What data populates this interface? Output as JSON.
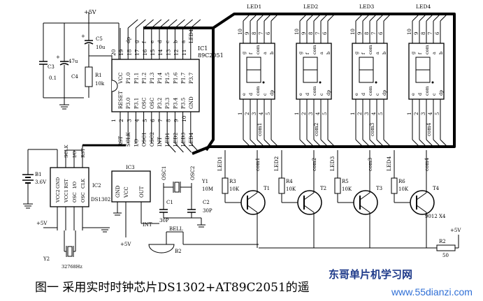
{
  "caption": "图一   采用实时时钟芯片DS1302+AT89C2051的遥",
  "watermark": {
    "logo_text": "东哥单片机学习网",
    "url": "www.55dianzi.com"
  },
  "power": {
    "vcc_top": "+5V",
    "vcc_ic2": "+5V",
    "vcc_ic3": "+5V",
    "vcc_right": "+5V"
  },
  "ic1": {
    "name": "IC1",
    "part": "89C2051",
    "pins_bottom": [
      "RESET",
      "P3.0",
      "P3.1",
      "OSC",
      "OSC",
      "P3.2",
      "P3.3",
      "P3.4",
      "P3.5",
      "GND"
    ],
    "pins_top": [
      "VCC",
      "P1.0",
      "P1.1",
      "P1.2",
      "P1.3",
      "P1.4",
      "P1.5",
      "P1.6",
      "P1.7",
      "P3.7"
    ],
    "nums_bottom": [
      "1",
      "2",
      "3",
      "4",
      "5",
      "6",
      "7",
      "8",
      "9",
      "10"
    ],
    "nums_top": [
      "20",
      "19",
      "18",
      "17",
      "16",
      "15",
      "14",
      "13",
      "12",
      "11"
    ],
    "nets_bottom": [
      "RST",
      "SCLK",
      "I/O",
      "OSC1",
      "OSC2",
      "INT",
      "LED1",
      "LED2",
      "LED3",
      "LED4"
    ],
    "nets_top": [
      "dp",
      "g",
      "f",
      "e",
      "d",
      "c",
      "b",
      "a",
      "LED4"
    ]
  },
  "ic2": {
    "name": "IC2",
    "part": "DS1302",
    "pins": [
      "VCC2",
      "VCC1",
      "OSC",
      "OSC",
      "GND",
      "RST",
      "I/O",
      "CLK"
    ],
    "nets": [
      "SCLK",
      "I/O",
      "RST"
    ]
  },
  "ic3": {
    "name": "IC3",
    "pins": [
      "GND",
      "VCC",
      "OUT"
    ],
    "net_out": "INT"
  },
  "passives": {
    "c3": "C3",
    "c3_val": "0.1",
    "c4": "C4",
    "c4_val": "47u",
    "c5": "C5",
    "c5_val": "10u",
    "r1": "R1",
    "r1_val": "10k",
    "b1": "B1",
    "b1_val": "3.6V",
    "y1": "Y1",
    "y1_val": "10M",
    "y2": "Y2",
    "y2_val": "32768Hz",
    "c1": "C1",
    "c1_val": "30P",
    "c2": "C2",
    "c2_val": "30P",
    "bell": "BELL",
    "b2": "B2",
    "r2": "R2",
    "r2_val": "50",
    "osc1": "OSC1",
    "osc2": "OSC2",
    "part_9012": "9012 X4"
  },
  "displays": [
    {
      "name": "LED1",
      "com": "com1",
      "r": "R3",
      "rv": "10K",
      "t": "T1"
    },
    {
      "name": "LED2",
      "com": "com2",
      "r": "R4",
      "rv": "10K",
      "t": "T2"
    },
    {
      "name": "LED3",
      "com": "com3",
      "r": "R5",
      "rv": "10K",
      "t": "T3"
    },
    {
      "name": "LED4",
      "com": "com4",
      "r": "R6",
      "rv": "10K",
      "t": "T4"
    }
  ],
  "display_pins": {
    "top_nums": [
      "10",
      "9",
      "8",
      "7",
      "6"
    ],
    "bottom_nums": [
      "1",
      "2",
      "3",
      "4",
      "5"
    ],
    "top_segs": [
      "g",
      "f",
      "com",
      "a",
      "b"
    ],
    "bottom_segs": [
      "e",
      "d",
      "com",
      "c",
      "dp"
    ]
  }
}
